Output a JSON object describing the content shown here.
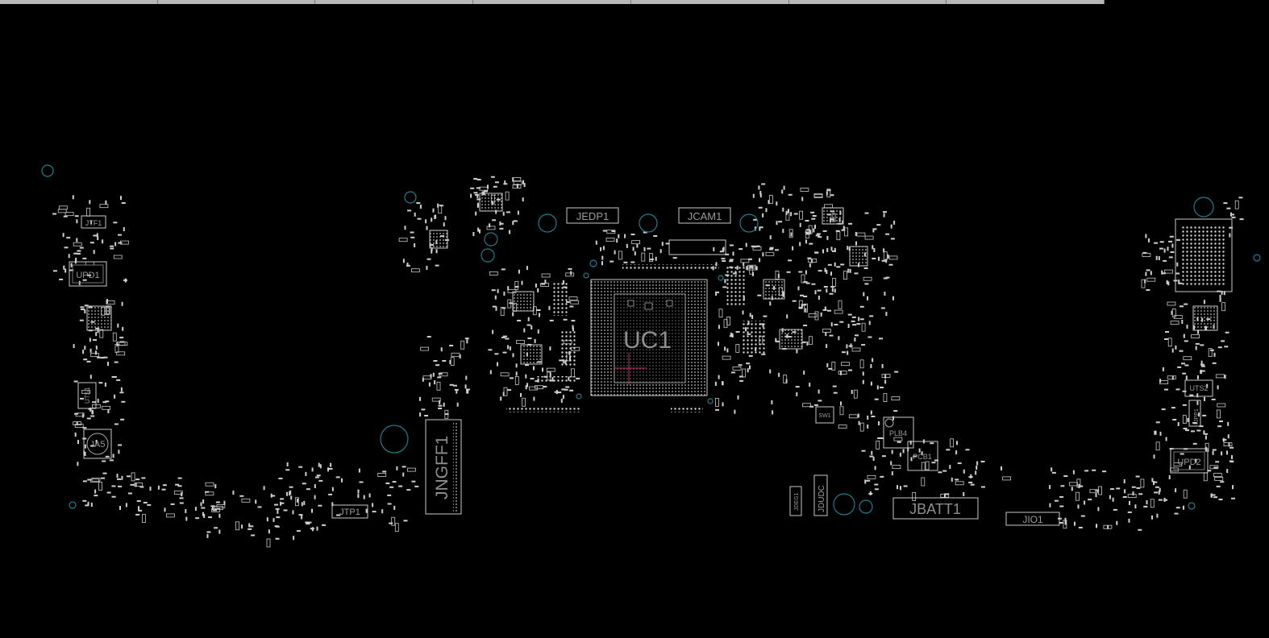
{
  "viewer": {
    "toolbar_segments": 7,
    "colors": {
      "background": "#000000",
      "outline": "#c9c9c9",
      "label": "#9a9a9a",
      "mount_hole": "#1f7d8c",
      "cursor": "#c0306a"
    }
  },
  "components": {
    "uc1": "UC1",
    "jngff1": "JNGFF1",
    "jbatt1": "JBATT1",
    "jedp1": "JEDP1",
    "jcam1": "JCAM1",
    "upd1": "UPD1",
    "upd2": "UPD2",
    "jtf1": "JTF1",
    "jtp1": "JTP1",
    "ja5": "JA5",
    "uts1": "UTS1",
    "uts2": "UTS2",
    "jio1": "JIO1",
    "plb4": "PLB4",
    "pcb1": "PCB1",
    "sw1": "SW1",
    "jdudc": "JDUDC",
    "jdeg1": "JDEG1",
    "jpp1": "JPP1"
  }
}
